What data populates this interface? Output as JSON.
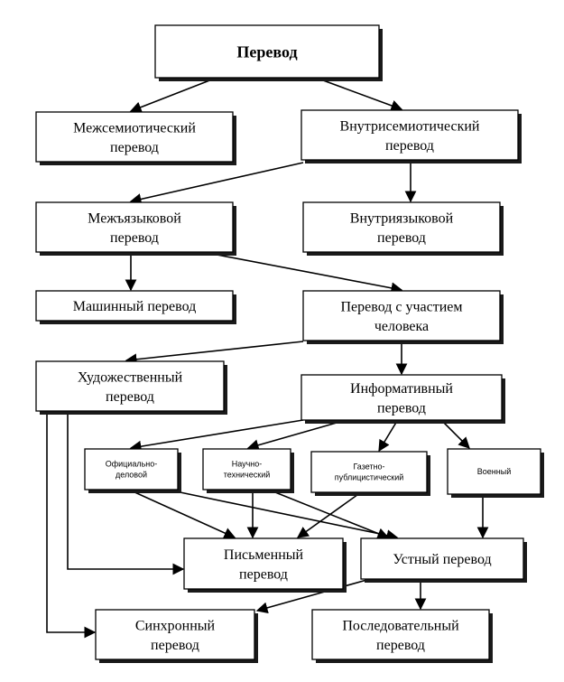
{
  "nodes": {
    "root": [
      "Перевод"
    ],
    "intersemiotic": [
      "Межсемиотический",
      "перевод"
    ],
    "intrasemiotic": [
      "Внутрисемиотический",
      "перевод"
    ],
    "interlingual": [
      "Межъязыковой",
      "перевод"
    ],
    "intralingual": [
      "Внутриязыковой",
      "перевод"
    ],
    "machine": [
      "Машинный перевод"
    ],
    "human": [
      "Перевод с участием",
      "человека"
    ],
    "literary": [
      "Художественный",
      "перевод"
    ],
    "informative": [
      "Информативный",
      "перевод"
    ],
    "official": [
      "Официально-",
      "деловой"
    ],
    "scientific": [
      "Научно-",
      "технический"
    ],
    "journalistic": [
      "Газетно-",
      "публицистический"
    ],
    "military": [
      "Военный"
    ],
    "written": [
      "Письменный",
      "перевод"
    ],
    "oral": [
      "Устный перевод"
    ],
    "simultaneous": [
      "Синхронный",
      "перевод"
    ],
    "consecutive": [
      "Последовательный",
      "перевод"
    ]
  },
  "edges": [
    [
      "root",
      "intersemiotic"
    ],
    [
      "root",
      "intrasemiotic"
    ],
    [
      "intrasemiotic",
      "interlingual"
    ],
    [
      "intrasemiotic",
      "intralingual"
    ],
    [
      "interlingual",
      "machine"
    ],
    [
      "interlingual",
      "human"
    ],
    [
      "human",
      "literary"
    ],
    [
      "human",
      "informative"
    ],
    [
      "informative",
      "official"
    ],
    [
      "informative",
      "scientific"
    ],
    [
      "informative",
      "journalistic"
    ],
    [
      "informative",
      "military"
    ],
    [
      "literary",
      "written"
    ],
    [
      "literary",
      "simultaneous"
    ],
    [
      "official",
      "written"
    ],
    [
      "official",
      "oral"
    ],
    [
      "scientific",
      "written"
    ],
    [
      "scientific",
      "oral"
    ],
    [
      "journalistic",
      "written"
    ],
    [
      "military",
      "oral"
    ],
    [
      "oral",
      "simultaneous"
    ],
    [
      "oral",
      "consecutive"
    ]
  ]
}
